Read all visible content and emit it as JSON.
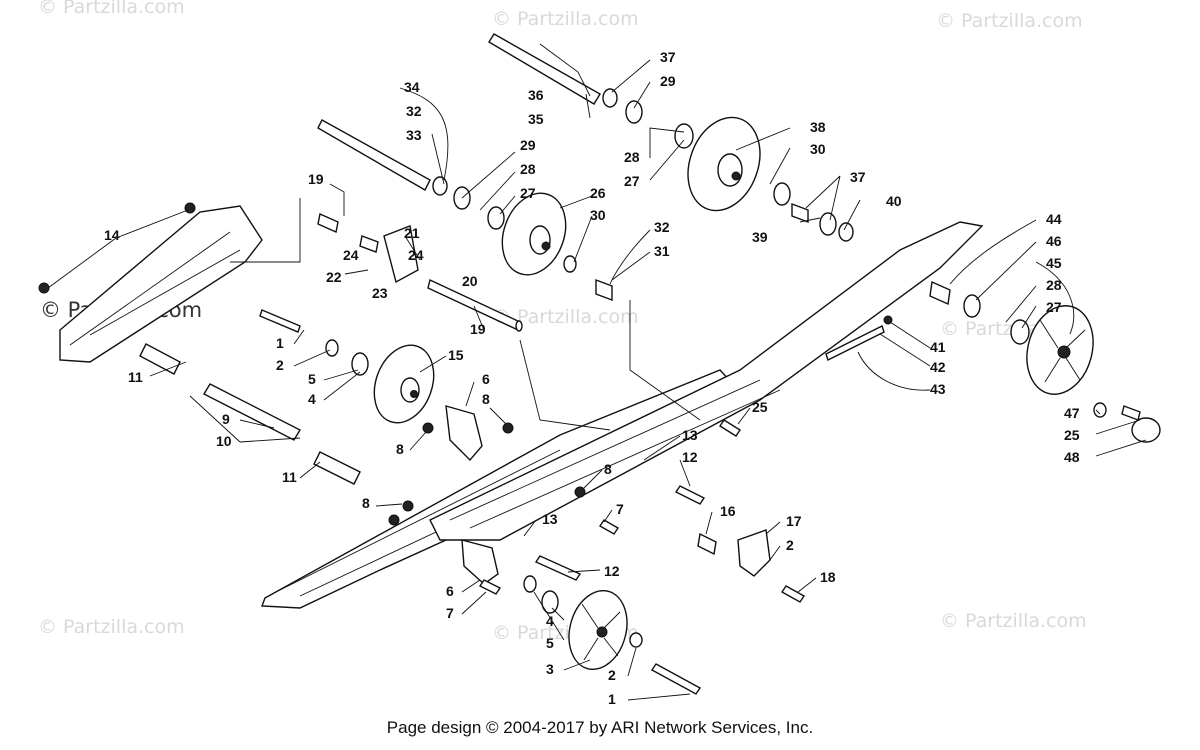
{
  "watermarks": {
    "site": "© Partzilla.com"
  },
  "callouts": {
    "c1": "1",
    "c2": "2",
    "c3": "3",
    "c4": "4",
    "c5": "5",
    "c6": "6",
    "c7": "7",
    "c8": "8",
    "c9": "9",
    "c10": "10",
    "c11": "11",
    "c12": "12",
    "c13": "13",
    "c14": "14",
    "c15": "15",
    "c16": "16",
    "c17": "17",
    "c18": "18",
    "c19": "19",
    "c20": "20",
    "c21": "21",
    "c22": "22",
    "c23": "23",
    "c24": "24",
    "c25": "25",
    "c26": "26",
    "c27": "27",
    "c28": "28",
    "c29": "29",
    "c30": "30",
    "c31": "31",
    "c32": "32",
    "c33": "33",
    "c34": "34",
    "c35": "35",
    "c36": "36",
    "c37": "37",
    "c38": "38",
    "c39": "39",
    "c40": "40",
    "c41": "41",
    "c42": "42",
    "c43": "43",
    "c44": "44",
    "c45": "45",
    "c46": "46",
    "c47": "47",
    "c48": "48"
  },
  "footer": {
    "credit": "Page design © 2004-2017 by ARI Network Services, Inc."
  }
}
